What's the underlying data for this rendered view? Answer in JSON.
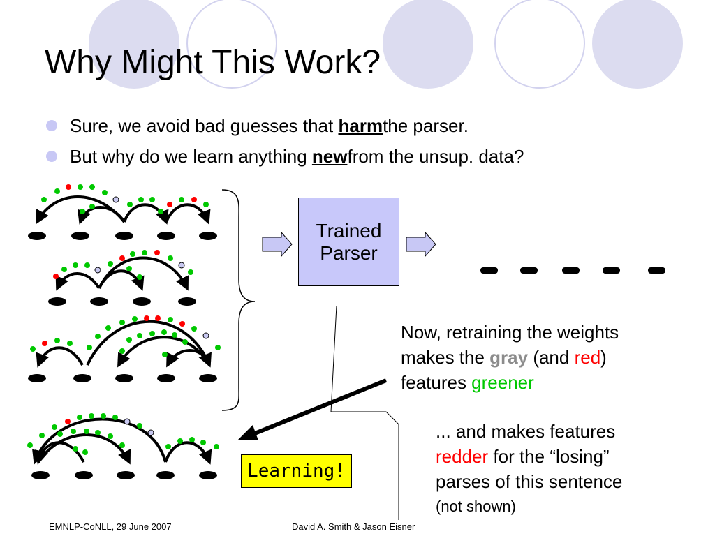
{
  "title": "Why Might This Work?",
  "bullets": [
    {
      "before": "Sure, we avoid bad guesses that ",
      "emph": "harm",
      "after": " the parser."
    },
    {
      "before": "But why do we learn anything ",
      "emph": "new",
      "after": " from the unsup. data?"
    }
  ],
  "parser_box": {
    "line1": "Trained",
    "line2": "Parser"
  },
  "note1": {
    "line1": "Now, retraining the weights",
    "line2_a": "makes the ",
    "line2_gray": "gray",
    "line2_b": " (and ",
    "line2_red": "red",
    "line2_c": ")",
    "line3_a": "features ",
    "line3_green": "greener"
  },
  "note2": {
    "line1": "... and makes features",
    "line2_red": "redder",
    "line2_b": " for the “losing”",
    "line3": "parses of this sentence",
    "line4": "(not shown)"
  },
  "learning_label": "Learning!",
  "footer": {
    "left": "EMNLP-CoNLL, 29 June 2007",
    "right": "David A. Smith & Jason Eisner"
  },
  "colors": {
    "circle_fill": "#dcdcf0",
    "circle_outline": "#c8c8e8",
    "bullet": "#c8c8f5",
    "parser_box": "#c8c8fa",
    "gray_feature": "#8c8c8c",
    "red_feature": "#ff0000",
    "green_feature": "#00c800",
    "highlight": "#ffff00"
  }
}
